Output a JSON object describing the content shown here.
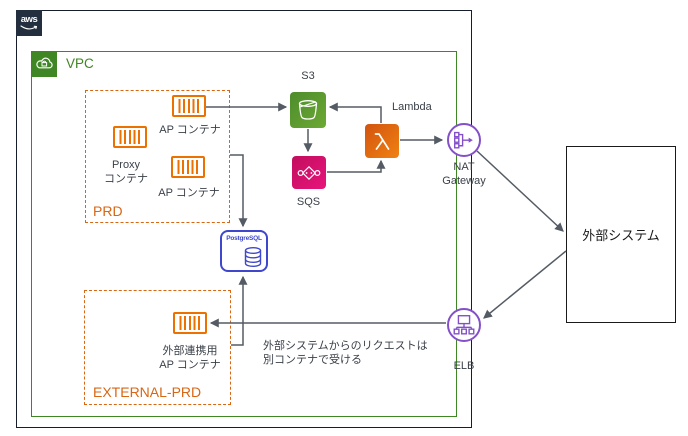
{
  "colors": {
    "aws_border": "#232F3E",
    "vpc_green": "#3F8624",
    "group_orange": "#D86613",
    "container_orange": "#ED7100",
    "s3_green": "#569A31",
    "sqs_pink": "#E7157B",
    "lambda_orange": "#ED7100",
    "postgres_blue": "#3F48CC",
    "network_purple": "#8450C9",
    "arrow_gray": "#545B64",
    "text_dark": "#3B4149"
  },
  "aws_cloud": {
    "logo": "aws"
  },
  "vpc": {
    "label": "VPC"
  },
  "prd": {
    "label": "PRD",
    "ap1_label": "AP コンテナ",
    "proxy_label_1": "Proxy",
    "proxy_label_2": "コンテナ",
    "ap2_label": "AP コンテナ"
  },
  "external_prd": {
    "label": "EXTERNAL-PRD",
    "container_label_1": "外部連携用",
    "container_label_2": "AP コンテナ"
  },
  "services": {
    "s3_label": "S3",
    "sqs_label": "SQS",
    "lambda_label": "Lambda",
    "postgresql_label": "PostgreSQL",
    "nat_label_1": "NAT",
    "nat_label_2": "Gateway",
    "elb_label": "ELB"
  },
  "external_system": {
    "label": "外部システム"
  },
  "annotation": {
    "line1": "外部システムからのリクエストは",
    "line2": "別コンテナで受ける"
  }
}
